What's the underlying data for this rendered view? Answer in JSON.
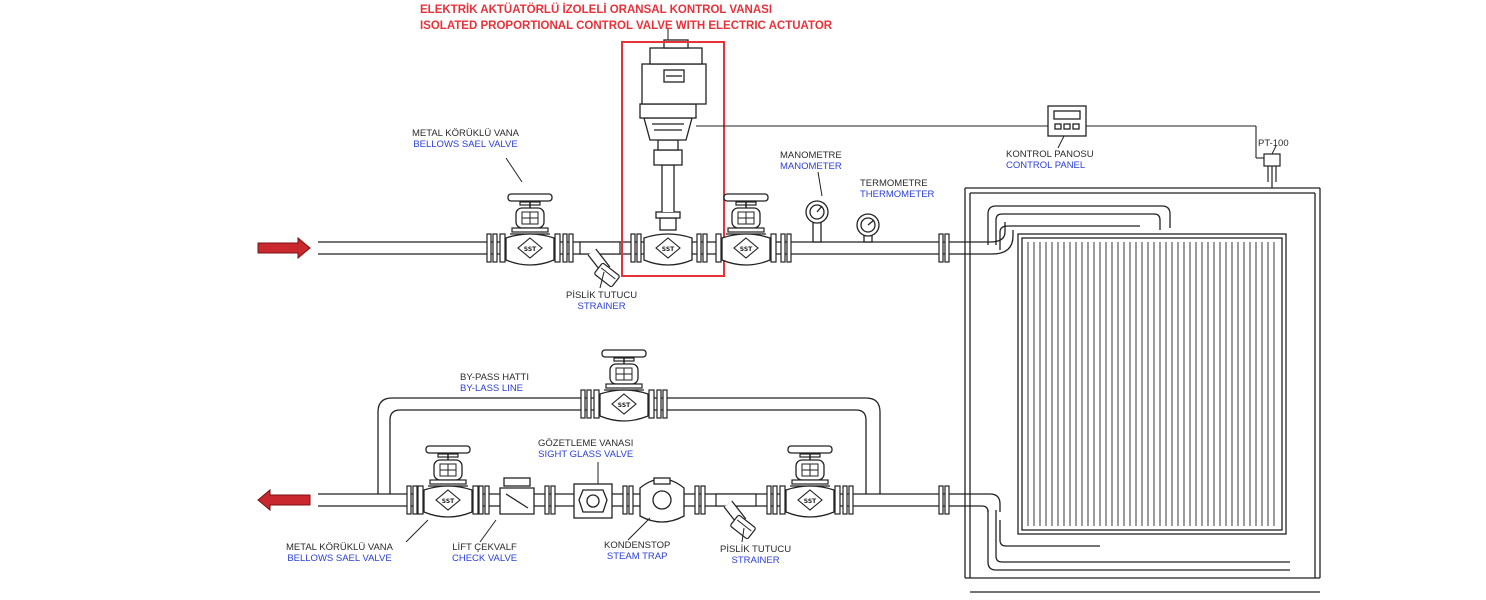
{
  "title": {
    "tr": "ELEKTRİK AKTÜATÖRLÜ İZOLELİ ORANSAL KONTROL VANASI",
    "en": "ISOLATED PROPORTIONAL CONTROL VALVE WITH ELECTRIC ACTUATOR"
  },
  "labels": {
    "bellows_top": {
      "tr": "METAL KÖRÜKLÜ VANA",
      "en": "BELLOWS SAEL VALVE"
    },
    "strainer_top": {
      "tr": "PİSLİK TUTUCU",
      "en": "STRAINER"
    },
    "manometer": {
      "tr": "MANOMETRE",
      "en": "MANOMETER"
    },
    "thermometer": {
      "tr": "TERMOMETRE",
      "en": "THERMOMETER"
    },
    "control_panel": {
      "tr": "KONTROL PANOSU",
      "en": "CONTROL PANEL"
    },
    "pt100": "PT-100",
    "bypass": {
      "tr": "BY-PASS HATTI",
      "en": "BY-LASS LINE"
    },
    "sight_glass": {
      "tr": "GÖZETLEME VANASI",
      "en": "SIGHT GLASS VALVE"
    },
    "bellows_bottom": {
      "tr": "METAL KÖRÜKLÜ VANA",
      "en": "BELLOWS SAEL VALVE"
    },
    "check_valve": {
      "tr": "LİFT ÇEKVALF",
      "en": "CHECK VALVE"
    },
    "steam_trap": {
      "tr": "KONDENSTOP",
      "en": "STEAM TRAP"
    },
    "strainer_bottom": {
      "tr": "PİSLİK TUTUCU",
      "en": "STRAINER"
    }
  },
  "valve_badge": "SST",
  "colors": {
    "line": "#1f1f1f",
    "highlight": "#e8323a",
    "arrow": "#c8282e",
    "label_tr": "#2a2a2a",
    "label_en": "#2b3fd6"
  }
}
